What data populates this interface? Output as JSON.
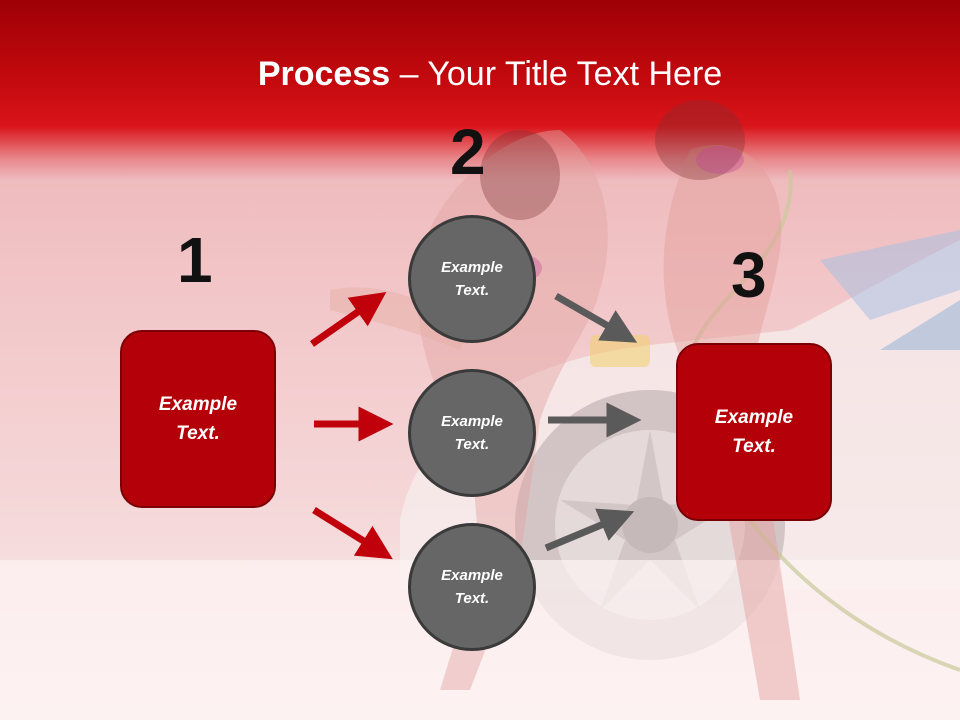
{
  "title": {
    "bold": "Process",
    "rest": " – Your Title Text Here"
  },
  "steps": {
    "one": "1",
    "two": "2",
    "three": "3"
  },
  "left_box": {
    "line1": "Example",
    "line2": "Text."
  },
  "right_box": {
    "line1": "Example",
    "line2": "Text."
  },
  "circles": [
    {
      "line1": "Example",
      "line2": "Text."
    },
    {
      "line1": "Example",
      "line2": "Text."
    },
    {
      "line1": "Example",
      "line2": "Text."
    }
  ],
  "colors": {
    "banner": "#c40a0e",
    "box_fill": "#b40008",
    "circle_fill": "#666666",
    "red_arrow": "#c0000a",
    "gray_arrow": "#5a5a5a"
  }
}
